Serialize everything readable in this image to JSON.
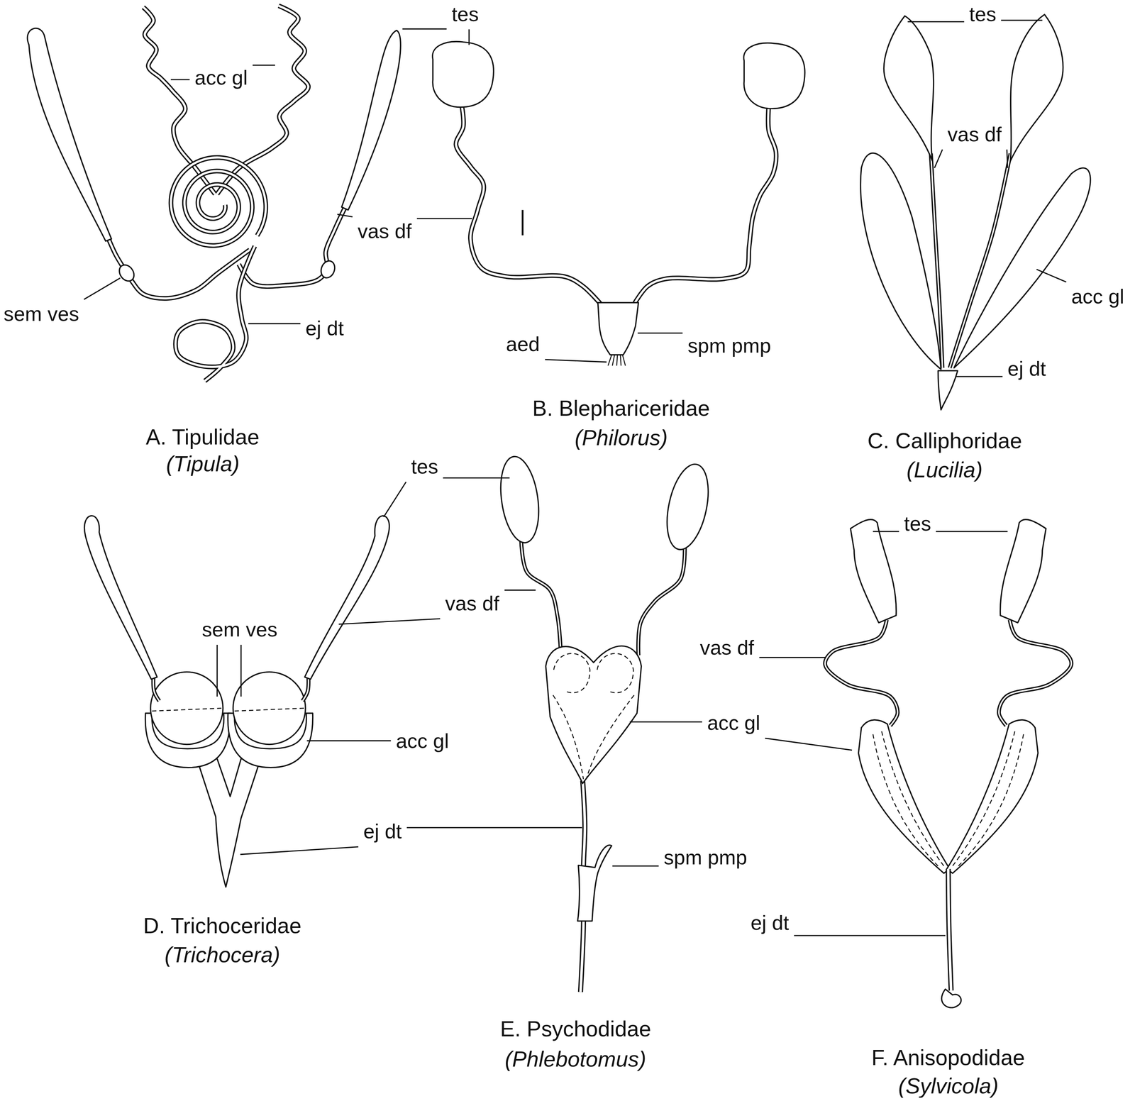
{
  "diagram": {
    "labels": [
      "acc gl",
      "tes",
      "vas df",
      "sem ves",
      "ej dt",
      "A. Tipulidae",
      "(Tipula)",
      "aed",
      "spm pmp",
      "B. Blephariceridae",
      "(Philorus)",
      "tes",
      "vas df",
      "acc gl",
      "ej dt",
      "C. Calliphoridae",
      "(Lucilia)",
      "tes",
      "vas df",
      "sem ves",
      "acc gl",
      "ej dt",
      "acc gl",
      "spm pmp",
      "D. Trichoceridae",
      "(Trichocera)",
      "E. Psychodidae",
      "(Phlebotomus)",
      "tes",
      "vas df",
      "ej dt",
      "F. Anisopodidae",
      "(Sylvicola)"
    ]
  }
}
